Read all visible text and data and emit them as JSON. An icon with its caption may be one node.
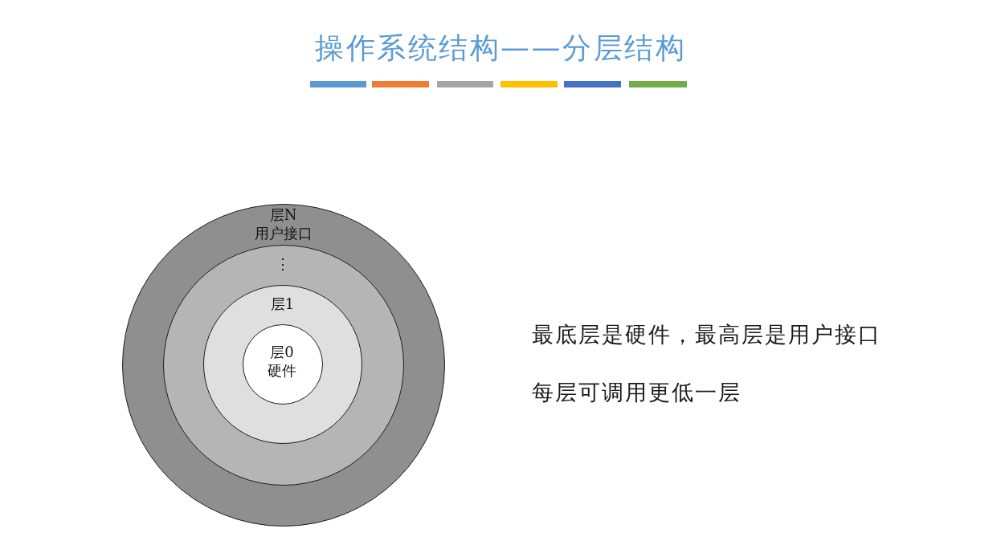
{
  "diagram": {
    "title": "操作系统结构——分层结构",
    "nodes": [
      {
        "text": [
          "层N",
          "用户接口"
        ]
      },
      {
        "text": [
          "⋮"
        ],
        "in": 0
      },
      {
        "text": [
          "层1"
        ],
        "in": 1
      },
      {
        "text": [
          "层0",
          "硬件"
        ],
        "in": 2
      }
    ],
    "labels": [
      "最底层是硬件，最高层是用户接口",
      "每层可调用更低一层"
    ]
  }
}
